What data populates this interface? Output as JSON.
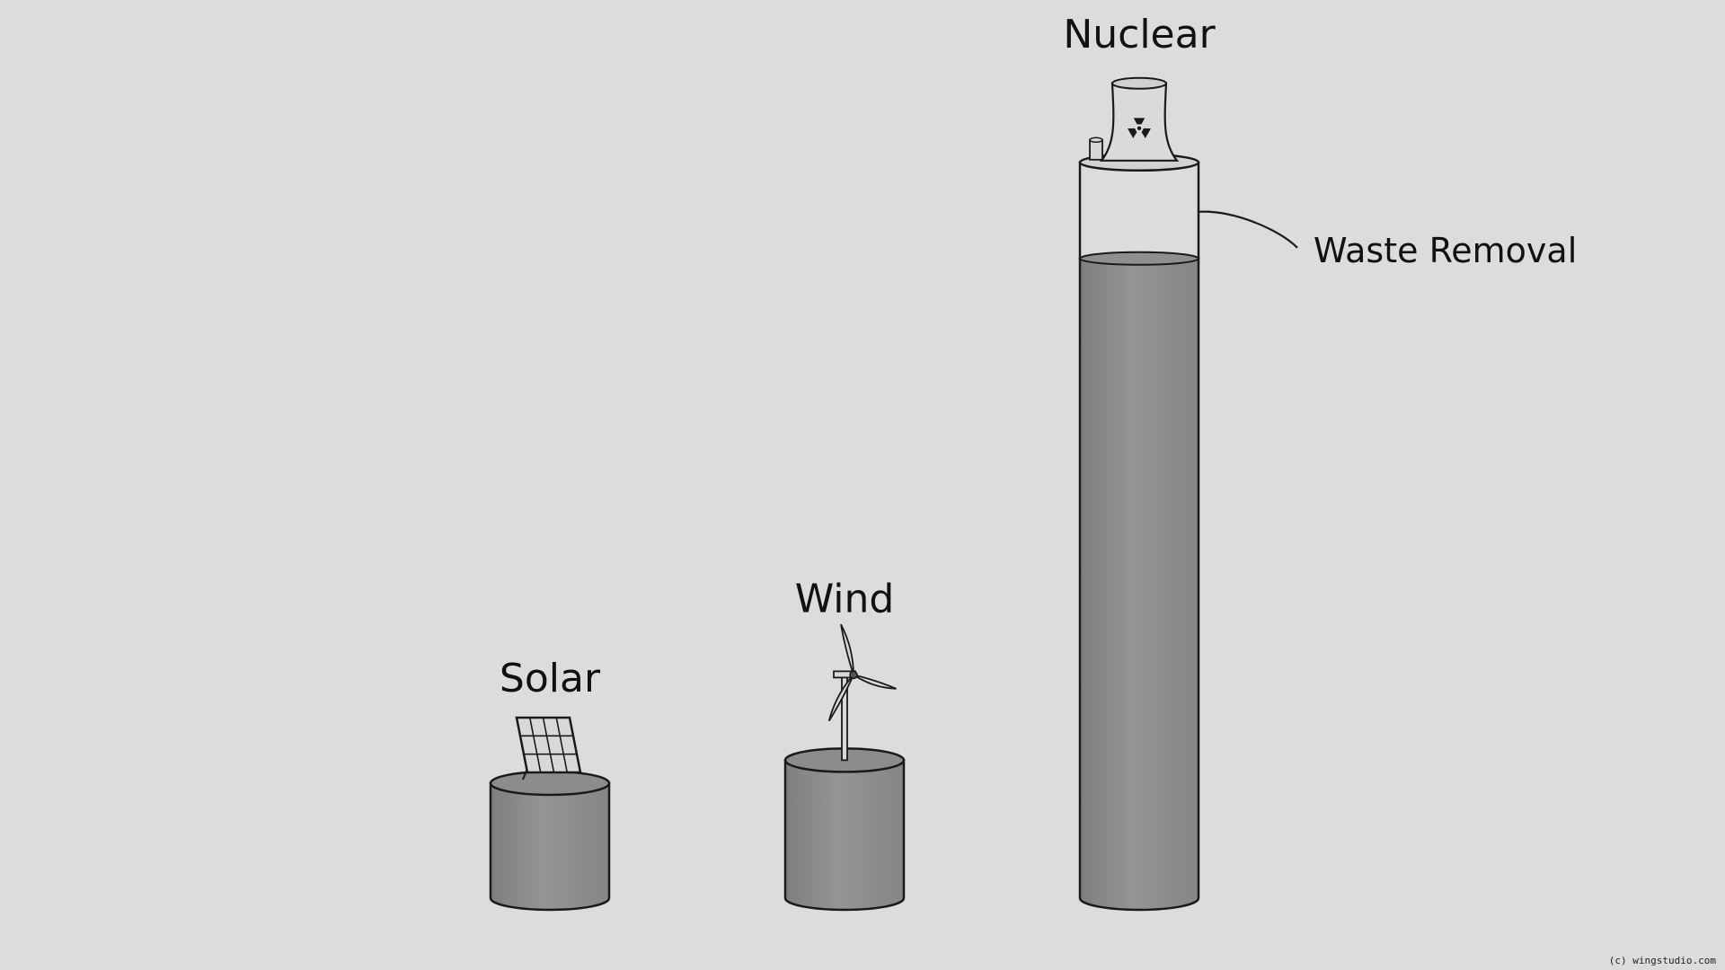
{
  "chart_data": {
    "type": "bar",
    "categories": [
      "Solar",
      "Wind",
      "Nuclear"
    ],
    "series": [
      {
        "values": [
          1,
          1.2,
          6.4
        ]
      }
    ],
    "annotations": [
      {
        "text": "Waste Removal",
        "category": "Nuclear"
      }
    ],
    "icons": [
      "solar-panel-icon",
      "wind-turbine-icon",
      "cooling-tower-icon"
    ],
    "ylim": [
      0,
      7
    ],
    "grid": false,
    "colors": {
      "background": "#dcdcdc",
      "fill": "#8a8a8a",
      "outline": "#1a1a1a"
    }
  },
  "credit": "(c) wingstudio.com"
}
